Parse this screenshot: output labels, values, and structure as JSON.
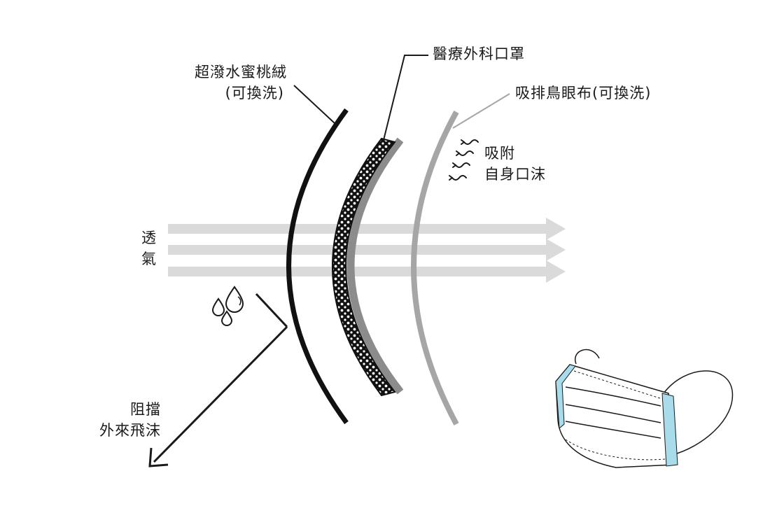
{
  "labels": {
    "outer_layer": {
      "line1": "超潑水蜜桃絨",
      "line2": "(可換洗)"
    },
    "middle_layer": "醫療外科口罩",
    "inner_layer": "吸排鳥眼布(可換洗)",
    "absorb": {
      "line1": "吸附",
      "line2": "自身口沫"
    },
    "breathable": {
      "line1": "透",
      "line2": "氣"
    },
    "block": {
      "line1": "阻擋",
      "line2": "外來飛沫"
    }
  },
  "colors": {
    "outer_layer": "#111111",
    "middle_layer": "#111111",
    "middle_backing": "#8c8c8c",
    "inner_layer": "#a6a6a6",
    "air_arrows": "#dadada",
    "mask_ear_strip": "#a8dcea",
    "line": "#1a1a1a"
  },
  "icons": [
    "water-drops-icon",
    "absorb-wave-icon",
    "surgical-mask-icon"
  ]
}
